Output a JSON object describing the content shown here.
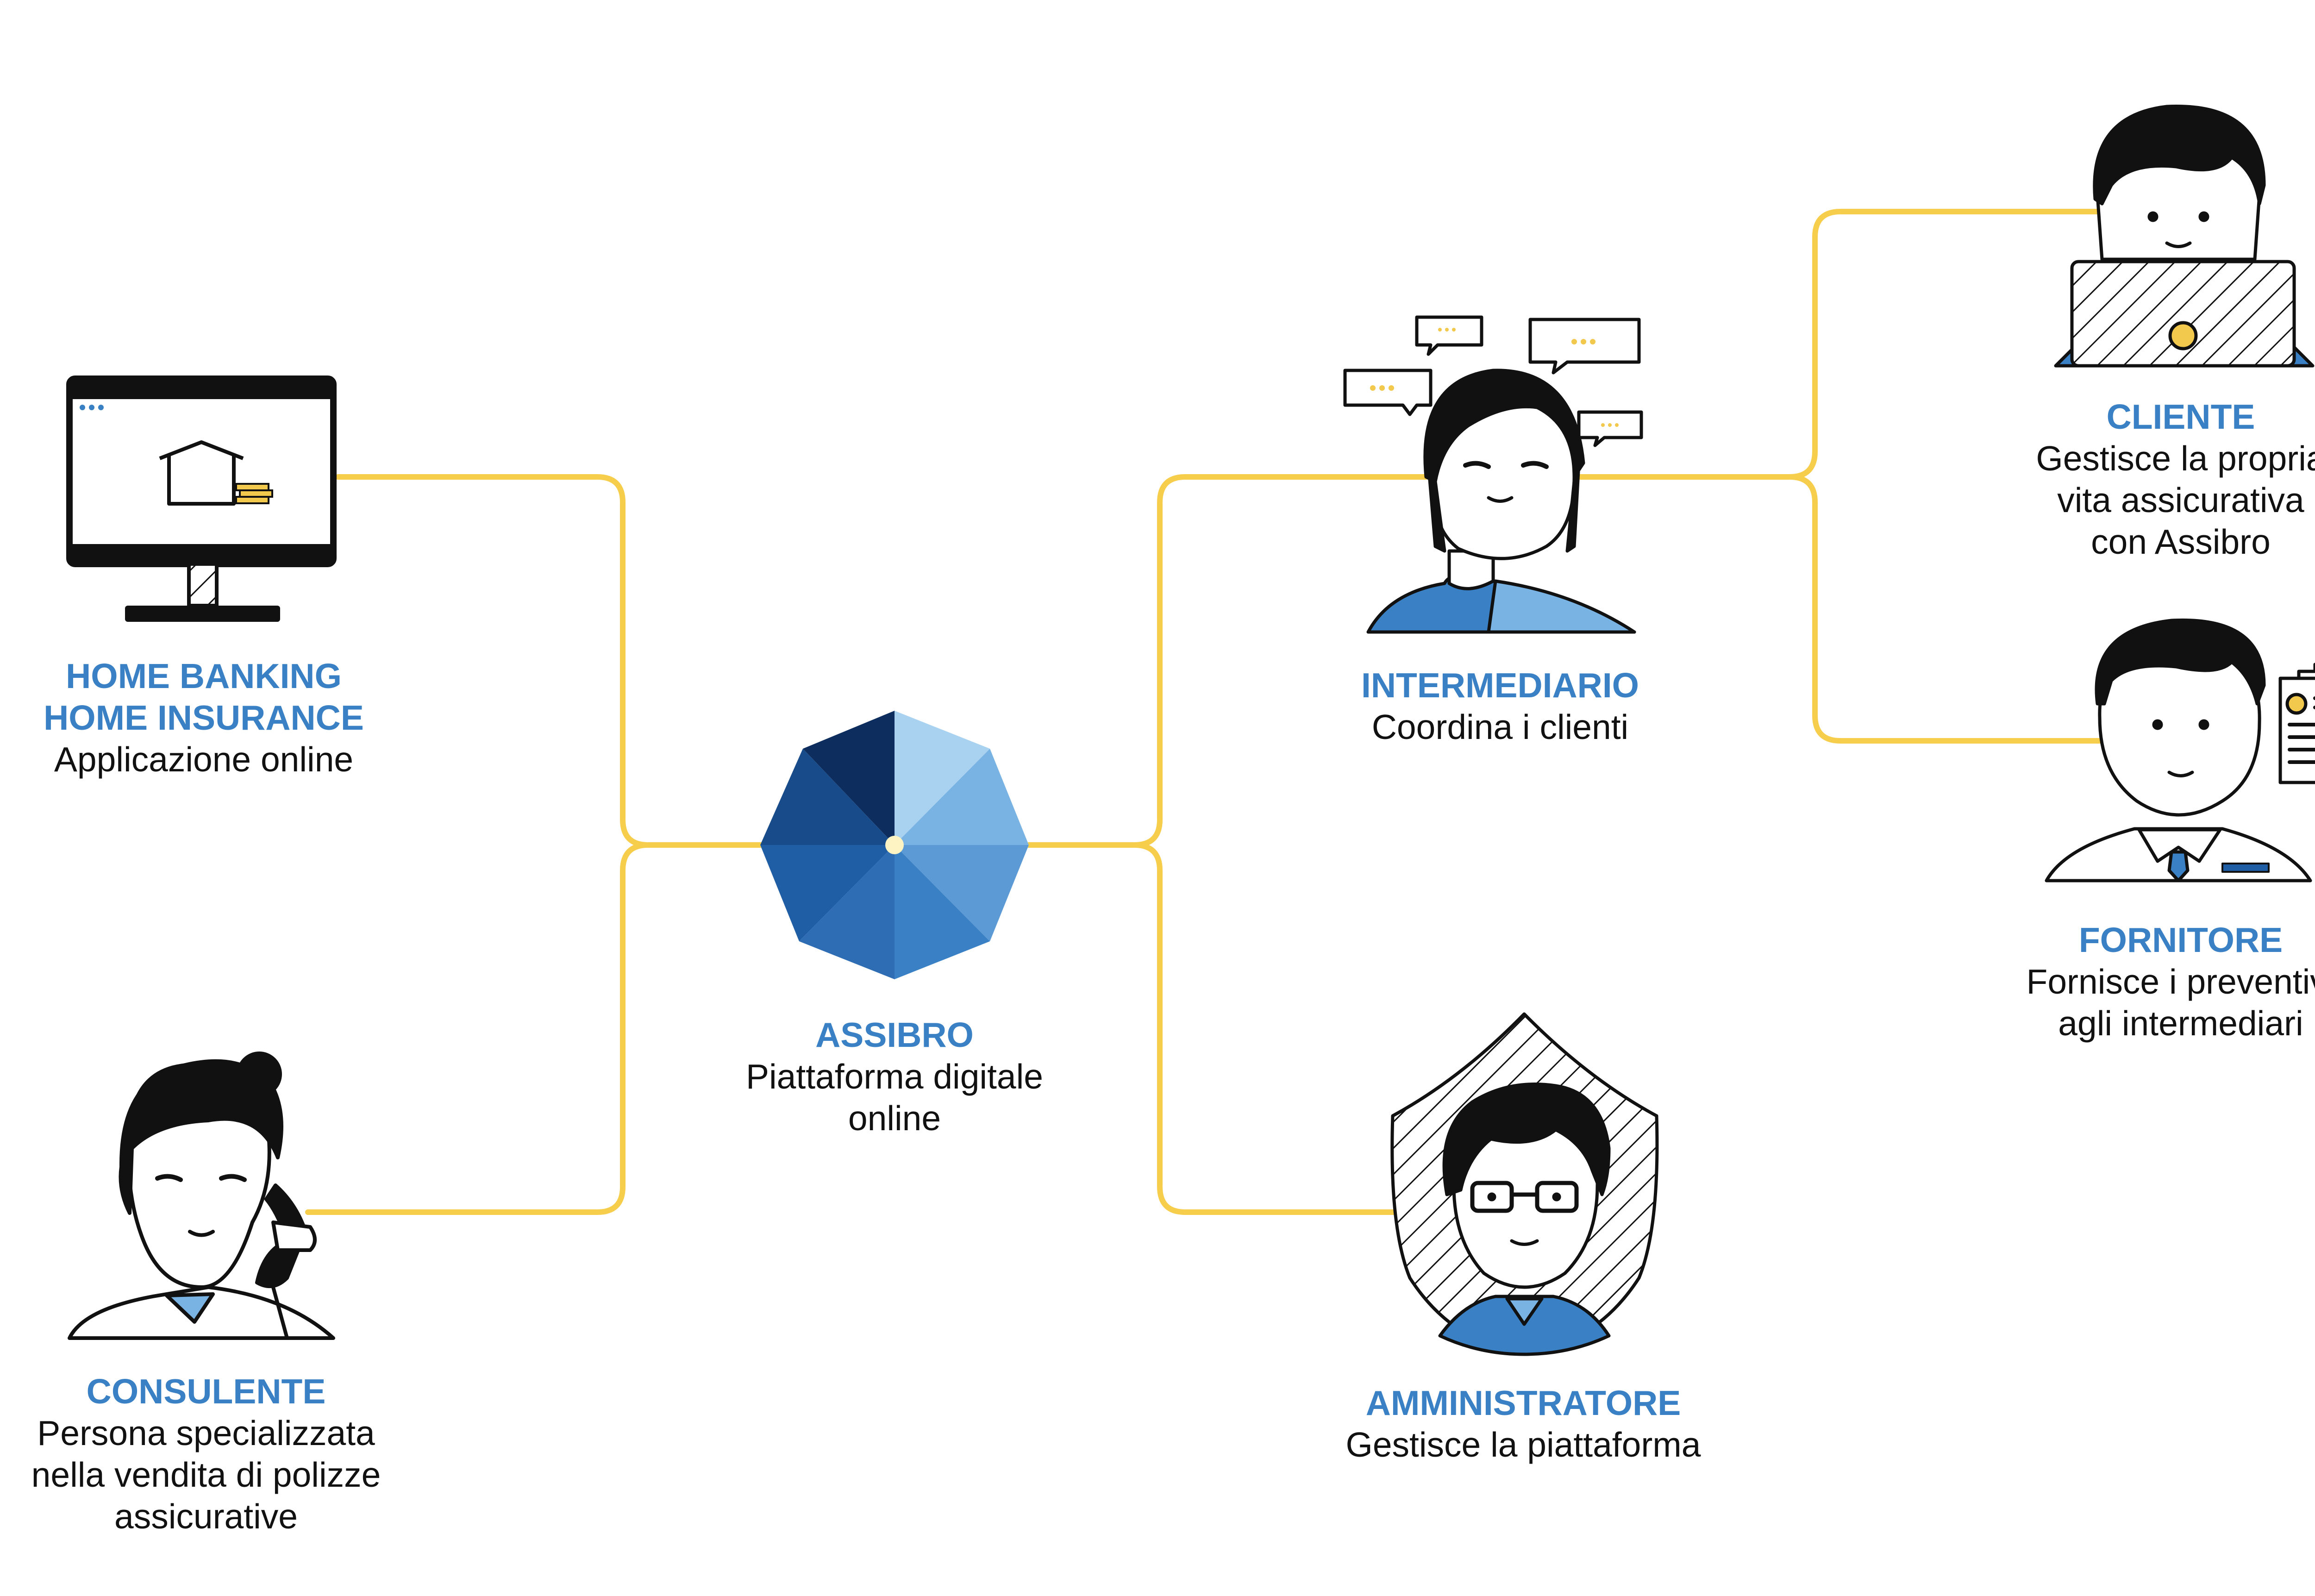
{
  "colors": {
    "connector": "#f7cd4c",
    "title": "#3a80c4",
    "text": "#111111",
    "blue_dark": "#0d2d5e",
    "blue_mid": "#1f5da5",
    "blue": "#3a80c4",
    "blue_light": "#79b3e3",
    "blue_pale": "#a9d2f1",
    "gold": "#f2c94c"
  },
  "center": {
    "icon": "umbrella-icon",
    "title": "ASSIBRO",
    "desc": "Piattaforma digitale\nonline"
  },
  "nodes": {
    "home": {
      "icon": "computer-monitor-house-icon",
      "title_line1": "HOME BANKING",
      "title_line2": "HOME INSURANCE",
      "desc": "Applicazione online"
    },
    "consulente": {
      "icon": "consultant-phone-icon",
      "title": "CONSULENTE",
      "desc": "Persona specializzata\nnella vendita di polizze\nassicurative"
    },
    "intermediario": {
      "icon": "intermediary-chat-icon",
      "title": "INTERMEDIARIO",
      "desc": "Coordina i clienti"
    },
    "amministratore": {
      "icon": "admin-shield-icon",
      "title": "AMMINISTRATORE",
      "desc": "Gestisce la piattaforma"
    },
    "cliente": {
      "icon": "client-laptop-icon",
      "title": "CLIENTE",
      "desc": "Gestisce la propria\nvita assicurativa\ncon Assibro"
    },
    "fornitore": {
      "icon": "supplier-documents-icon",
      "title": "FORNITORE",
      "desc": "Fornisce i preventivi\nagli intermediari"
    }
  }
}
